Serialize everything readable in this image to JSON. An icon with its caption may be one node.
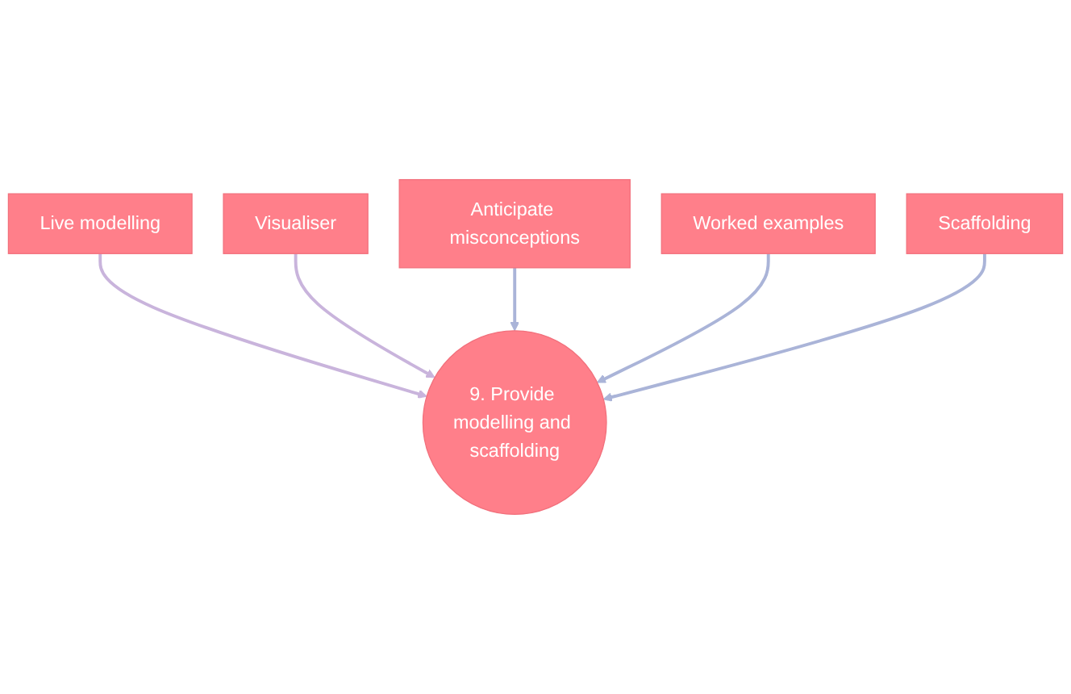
{
  "diagram": {
    "nodes": [
      {
        "text": [
          "Live modelling"
        ]
      },
      {
        "text": [
          "Visualiser"
        ]
      },
      {
        "text": [
          "Anticipate misconceptions"
        ]
      },
      {
        "text": [
          "Worked examples"
        ]
      },
      {
        "text": [
          "9. Provide modelling and scaffolding"
        ]
      },
      {
        "text": [
          "Scaffolding"
        ]
      }
    ],
    "edges": [
      {
        "from": 0,
        "to": 4,
        "arrow": "to",
        "color": "#c9b4dc"
      },
      {
        "from": 1,
        "to": 4,
        "arrow": "to",
        "color": "#c9b4dc"
      },
      {
        "from": 2,
        "to": 4,
        "arrow": "to"
      },
      {
        "from": 3,
        "to": 4,
        "arrow": "to"
      },
      {
        "from": 5,
        "to": 4,
        "arrow": "to"
      }
    ]
  }
}
